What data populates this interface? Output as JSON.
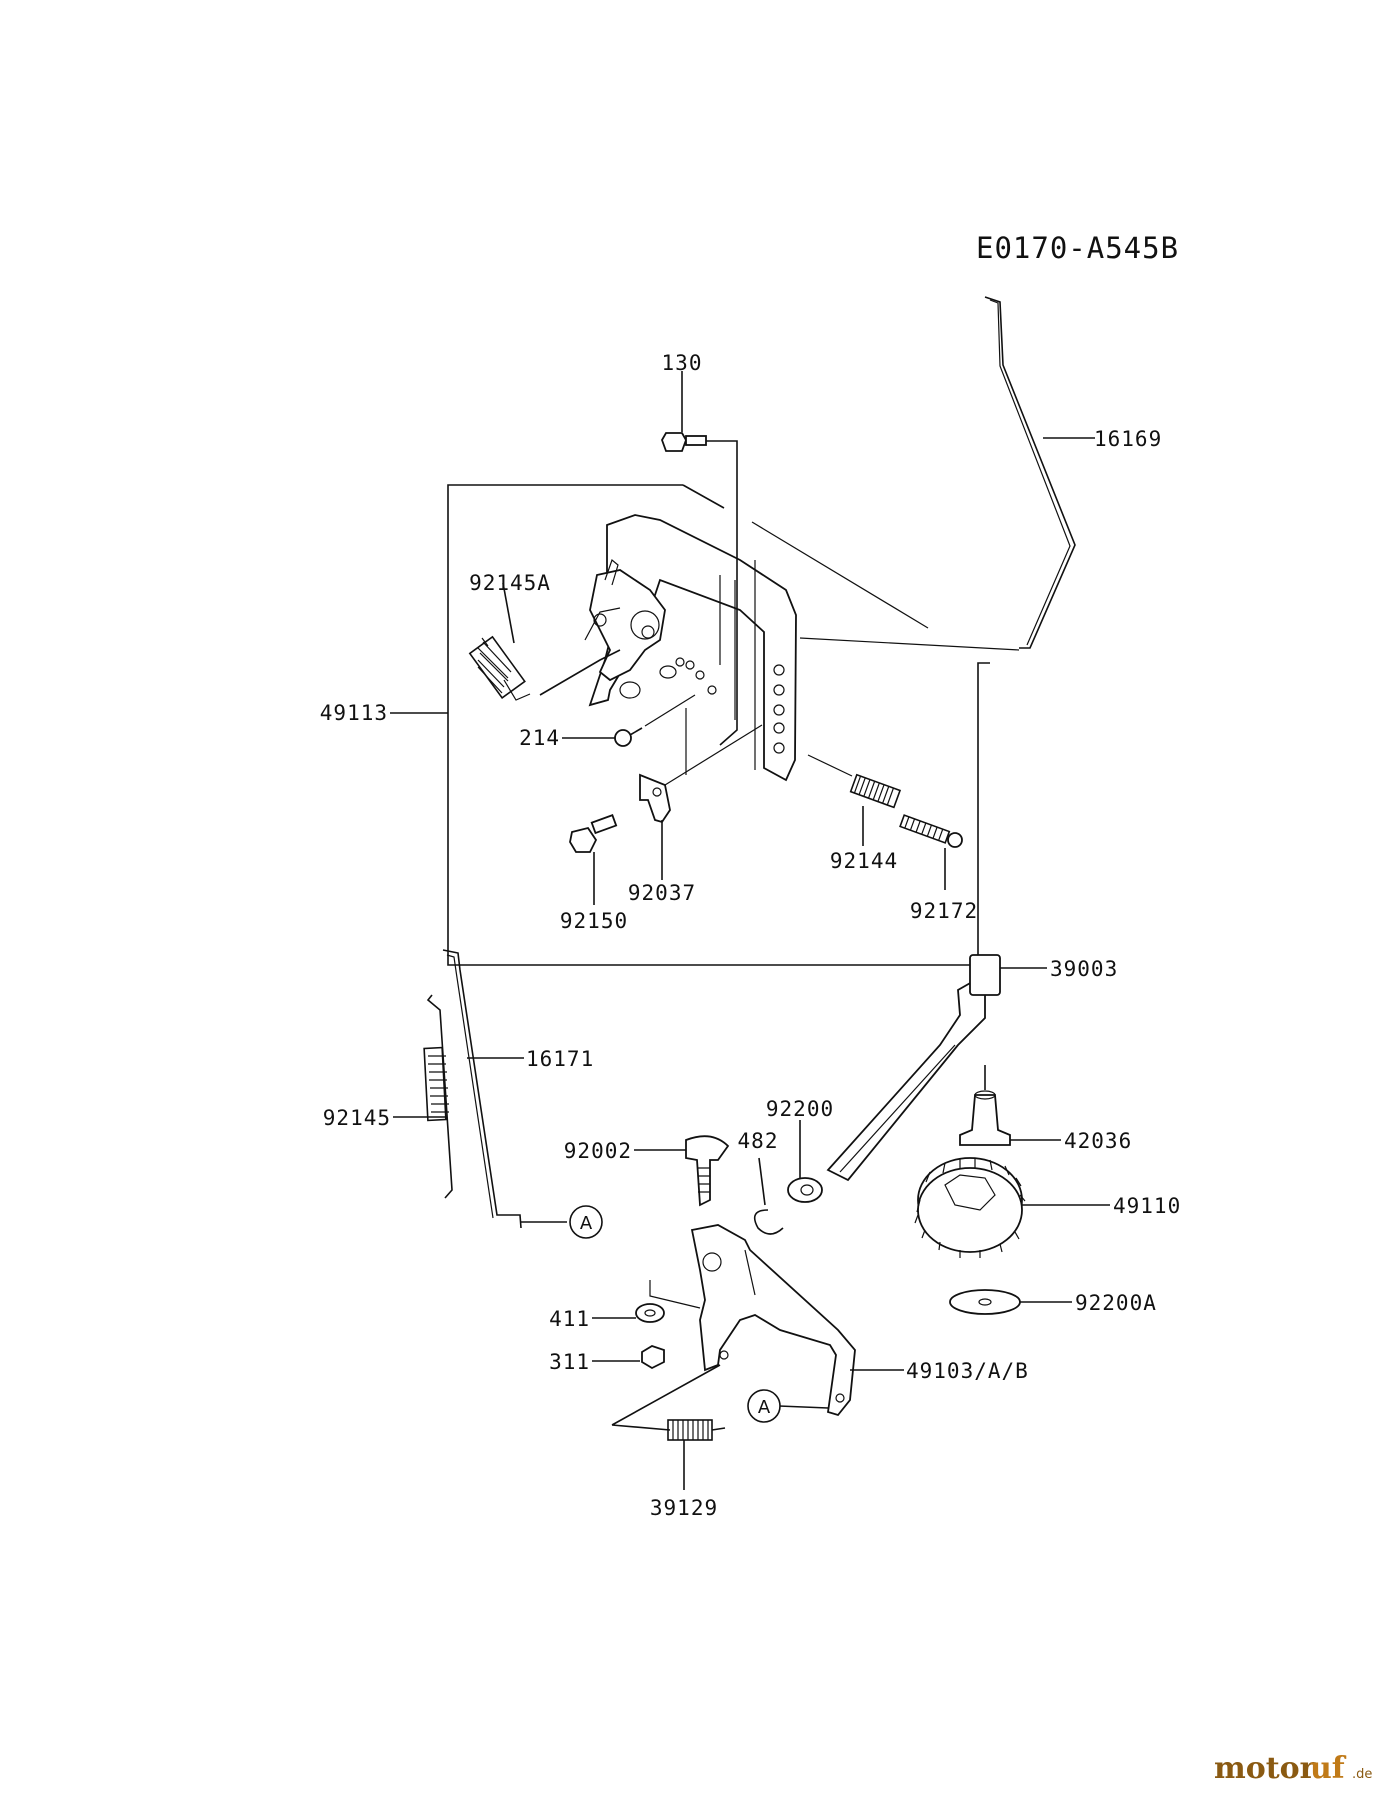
{
  "diagram_code": "E0170-A545B",
  "parts": [
    {
      "id": "130",
      "label": "130"
    },
    {
      "id": "16169",
      "label": "16169"
    },
    {
      "id": "92145A",
      "label": "92145A"
    },
    {
      "id": "49113",
      "label": "49113"
    },
    {
      "id": "214",
      "label": "214"
    },
    {
      "id": "92144",
      "label": "92144"
    },
    {
      "id": "92037",
      "label": "92037"
    },
    {
      "id": "92172",
      "label": "92172"
    },
    {
      "id": "92150",
      "label": "92150"
    },
    {
      "id": "39003",
      "label": "39003"
    },
    {
      "id": "16171",
      "label": "16171"
    },
    {
      "id": "92145",
      "label": "92145"
    },
    {
      "id": "92200",
      "label": "92200"
    },
    {
      "id": "482",
      "label": "482"
    },
    {
      "id": "92002",
      "label": "92002"
    },
    {
      "id": "42036",
      "label": "42036"
    },
    {
      "id": "49110",
      "label": "49110"
    },
    {
      "id": "411",
      "label": "411"
    },
    {
      "id": "92200A",
      "label": "92200A"
    },
    {
      "id": "311",
      "label": "311"
    },
    {
      "id": "49103",
      "label": "49103/A/B"
    },
    {
      "id": "39129",
      "label": "39129"
    }
  ],
  "callouts": {
    "a1": "A",
    "a2": "A"
  },
  "watermark": {
    "name_dark": "motor",
    "name_light": "uf",
    "suffix": ".de"
  }
}
